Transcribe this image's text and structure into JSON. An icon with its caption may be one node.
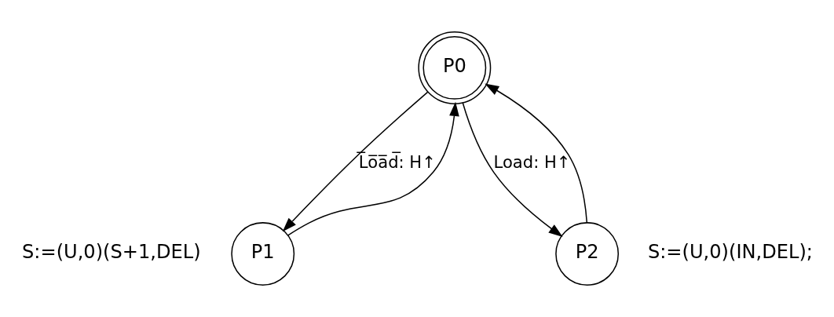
{
  "diagram": {
    "nodes": [
      {
        "text": [
          "P0"
        ]
      },
      {
        "text": [
          "P1"
        ],
        "beside": [
          "S:=(U,0)(S+1,DEL)"
        ]
      },
      {
        "text": [
          "P2"
        ],
        "beside": [
          "S:=(U,0)(IN,DEL);"
        ]
      }
    ],
    "edges": [
      {
        "from": 0,
        "to": 1,
        "arrow": "to",
        "label": "L̅o̅a̅d̅: H↑"
      },
      {
        "from": 0,
        "to": 2,
        "arrow": "to",
        "label": "Load: H↑"
      },
      {
        "from": 1,
        "to": 0,
        "arrow": "to"
      },
      {
        "from": 2,
        "to": 0,
        "arrow": "to"
      }
    ]
  }
}
